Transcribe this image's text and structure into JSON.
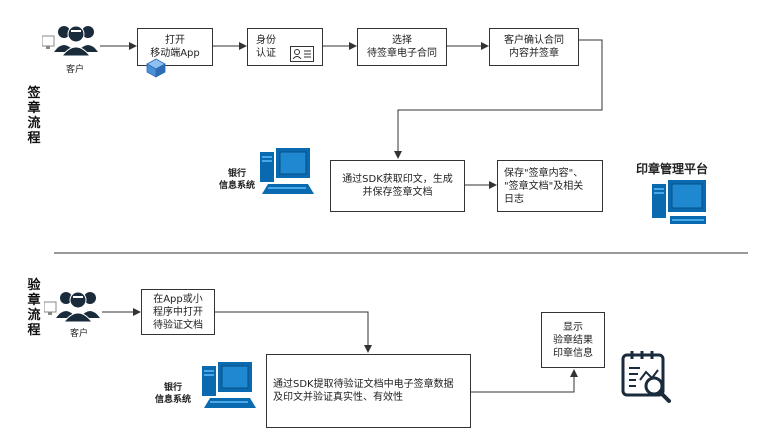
{
  "sign_section": {
    "label": "签\n章\n流\n程",
    "customer_label": "客户",
    "steps": [
      "打开\n移动端App",
      "身份\n认证",
      "选择\n待签章电子合同",
      "客户确认合同\n内容并签章"
    ],
    "bank_label": "银行\n信息系统",
    "sdk_box": "通过SDK获取印文，生成\n并保存签章文档",
    "save_box": "保存\"签章内容\"、\n\"签章文档\"及相关\n日志",
    "platform_label": "印章管理平台"
  },
  "verify_section": {
    "label": "验\n章\n流\n程",
    "customer_label": "客户",
    "open_box": "在App或小\n程序中打开\n待验证文档",
    "bank_label": "银行\n信息系统",
    "sdk_box": "通过SDK提取待验证文档中电子签章数据\n及印文并验证真实性、有效性",
    "result_box": "显示\n验章结果\n印章信息"
  },
  "colors": {
    "monitor_blue": "#0a6ab0",
    "icon_dark": "#1a2b3c",
    "line": "#333333",
    "cube_blue": "#4a90d9"
  },
  "icons": {
    "customer": "user-group-icon",
    "bank": "computer-icon",
    "app": "cube-icon",
    "id_card": "id-card-icon",
    "verify": "document-search-icon"
  }
}
